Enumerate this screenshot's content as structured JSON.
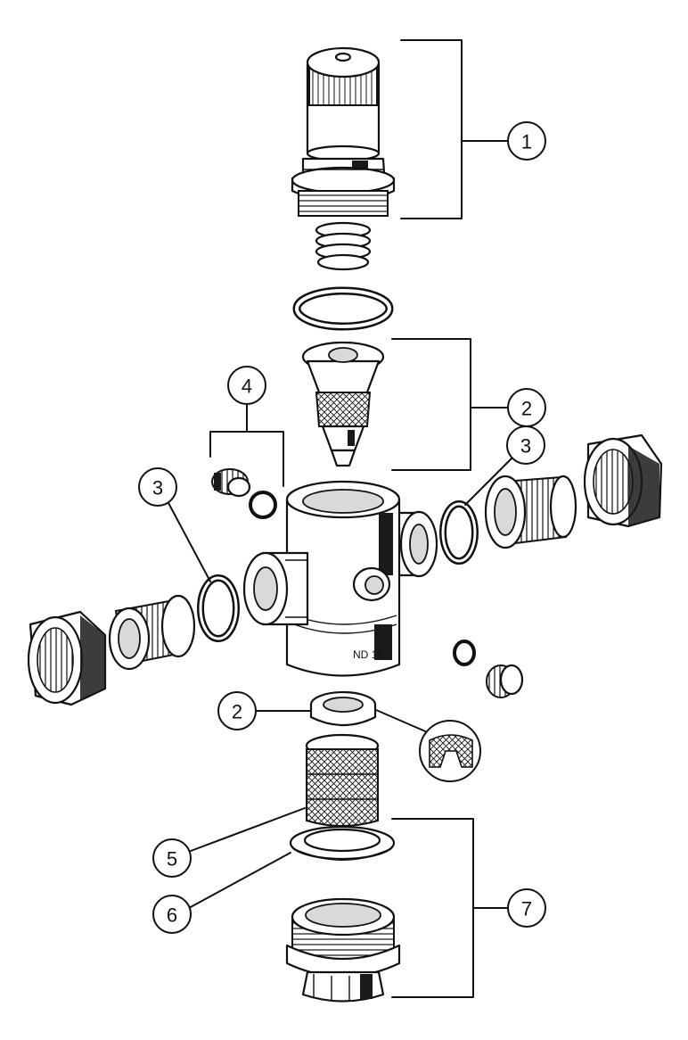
{
  "callouts": {
    "c1": "1",
    "c2_top": "2",
    "c2_bottom": "2",
    "c3_right": "3",
    "c3_left": "3",
    "c4": "4",
    "c5": "5",
    "c6": "6",
    "c7": "7"
  },
  "body_marking": "ND 16",
  "colors": {
    "ink": "#111111",
    "paper": "#ffffff"
  }
}
